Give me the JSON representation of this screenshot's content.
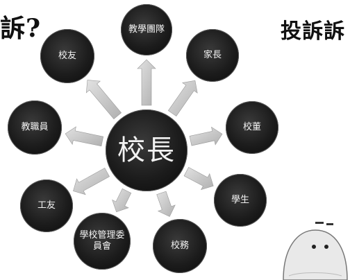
{
  "titles": {
    "left": "訴?",
    "right": "投訴訴"
  },
  "center": {
    "label": "校長"
  },
  "nodes": [
    {
      "id": "edu-bureau",
      "label": "教學團隊"
    },
    {
      "id": "parents",
      "label": "家長"
    },
    {
      "id": "school-board",
      "label": "校董"
    },
    {
      "id": "students",
      "label": "學生"
    },
    {
      "id": "school-affairs",
      "label": "校務"
    },
    {
      "id": "smc",
      "label": "學校管理委員會"
    },
    {
      "id": "workers",
      "label": "工友"
    },
    {
      "id": "teachers",
      "label": "教職員"
    },
    {
      "id": "alumni",
      "label": "校友"
    }
  ],
  "colors": {
    "node_fill": "#1c1c1c",
    "arrow_fill": "#c8c8c8",
    "text_on_node": "#f2f2f2"
  },
  "icons": {
    "mascot": "ghost-mascot-icon"
  }
}
